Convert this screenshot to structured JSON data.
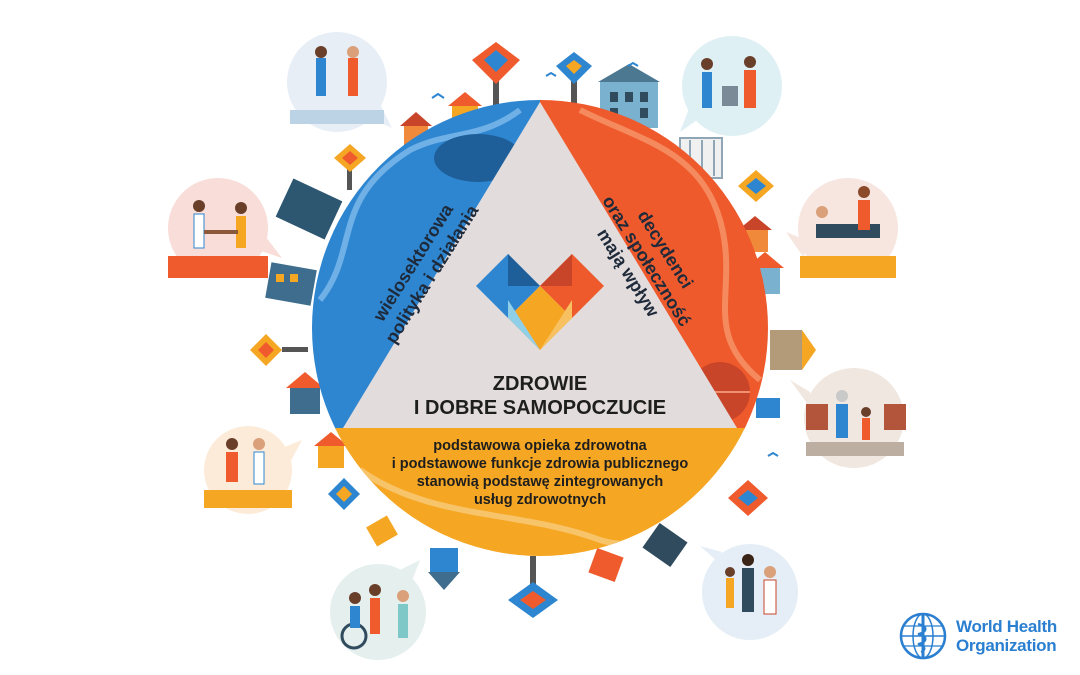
{
  "segments": {
    "left_line1": "wielosektorowa",
    "left_line2": "polityka i działania",
    "right_line1": "decydenci",
    "right_line2": "oraz społeczność",
    "right_line3": "mają wpływ"
  },
  "center": {
    "title_line1": "ZDROWIE",
    "title_line2": "I DOBRE SAMOPOCZUCIE"
  },
  "bottom": {
    "line1": "podstawowa opieka zdrowotna",
    "line2": "i podstawowe funkcje zdrowia publicznego",
    "line3": "stanowią podstawę zintegrowanych",
    "line4": "usług zdrowotnych"
  },
  "logo": {
    "line1": "World Health",
    "line2": "Organization"
  },
  "colors": {
    "blue": "#2f86d0",
    "orange": "#ee5a2c",
    "yellow": "#f5a623",
    "triangle": "#e3dcdc",
    "who_blue": "#2a7fd0"
  },
  "icons": [
    "heart-icon",
    "who-emblem-icon",
    "tree-icon",
    "house-icon",
    "building-icon",
    "person-icon"
  ]
}
